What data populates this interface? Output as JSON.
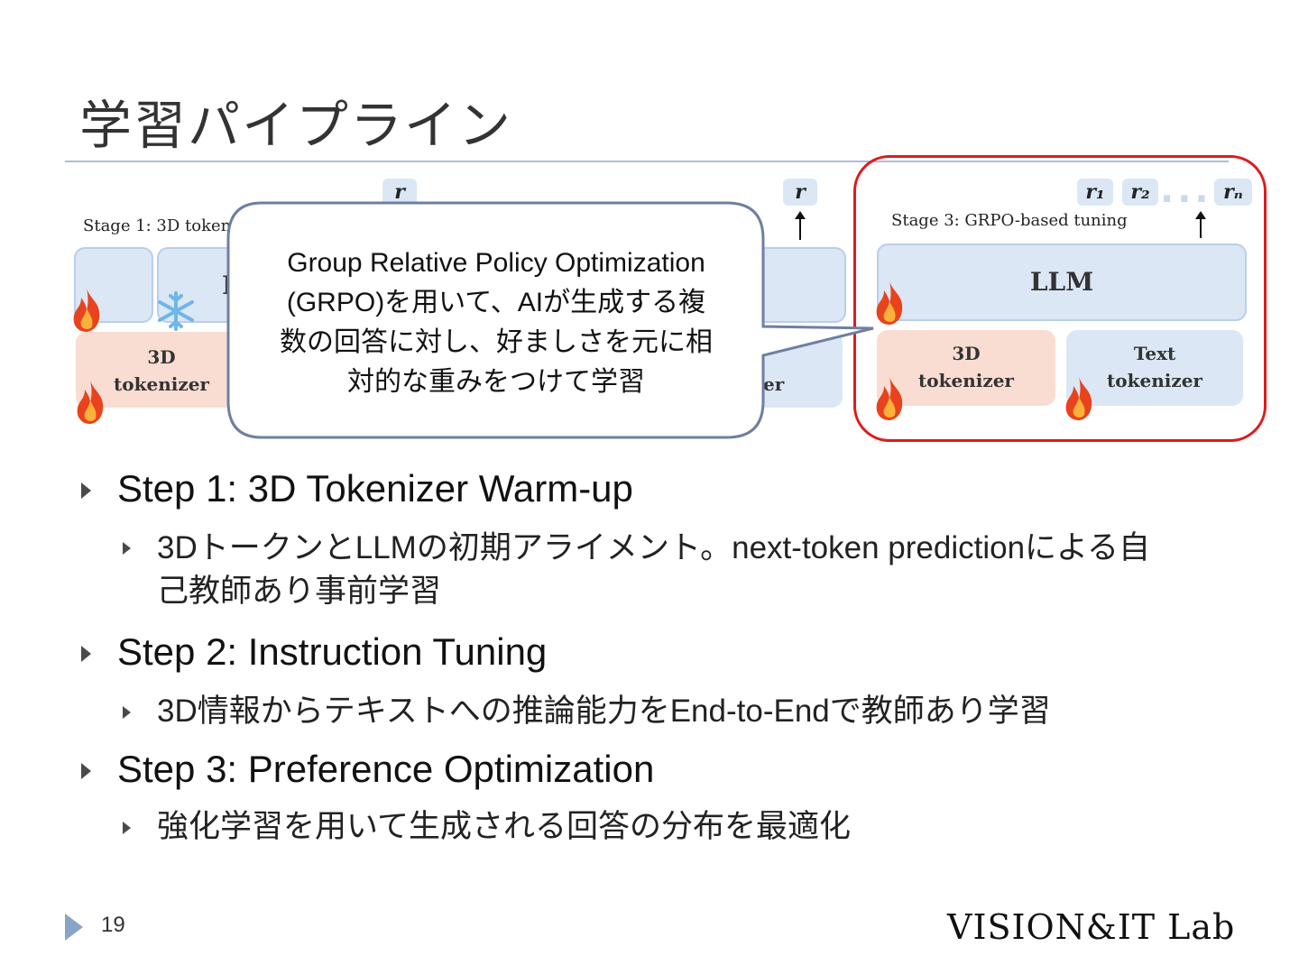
{
  "slide": {
    "title": "学習パイプライン",
    "page_number": "19",
    "lab_logo": "VISION&IT Lab"
  },
  "diagram": {
    "stage1_label": "Stage 1: 3D tokeni",
    "stage3_label": "Stage 3: GRPO-based tuning",
    "llm_label": "LLM",
    "llm_partial": "L",
    "tokenizer_3d_line1": "3D",
    "tokenizer_3d_line2": "tokenizer",
    "text_tokenizer_line1": "Text",
    "text_tokenizer_line2": "tokenizer",
    "partial_tokenizer": "er",
    "r_symbol": "r",
    "r1": "r₁",
    "r2": "r₂",
    "rn": "rₙ",
    "dots": "...",
    "colors": {
      "highlight_frame": "#dd1c1c",
      "llm_box": "#dbe7f5",
      "tokenizer_3d_box": "#f9ddd2"
    },
    "icons": [
      "fire-icon",
      "snowflake-icon"
    ]
  },
  "callout": {
    "line1": "Group Relative Policy Optimization",
    "line2": "(GRPO)を用いて、AIが生成する複",
    "line3": "数の回答に対し、好ましさを元に相",
    "line4": "対的な重みをつけて学習"
  },
  "bullets": [
    {
      "heading": "Step 1:  3D Tokenizer Warm-up",
      "sub_line1": "3DトークンとLLMの初期アライメント。next-token predictionによる自",
      "sub_line2": "己教師あり事前学習"
    },
    {
      "heading": "Step 2:  Instruction Tuning",
      "sub_line1": "3D情報からテキストへの推論能力をEnd-to-Endで教師あり学習"
    },
    {
      "heading": "Step 3: Preference Optimization",
      "sub_line1": "強化学習を用いて生成される回答の分布を最適化"
    }
  ]
}
